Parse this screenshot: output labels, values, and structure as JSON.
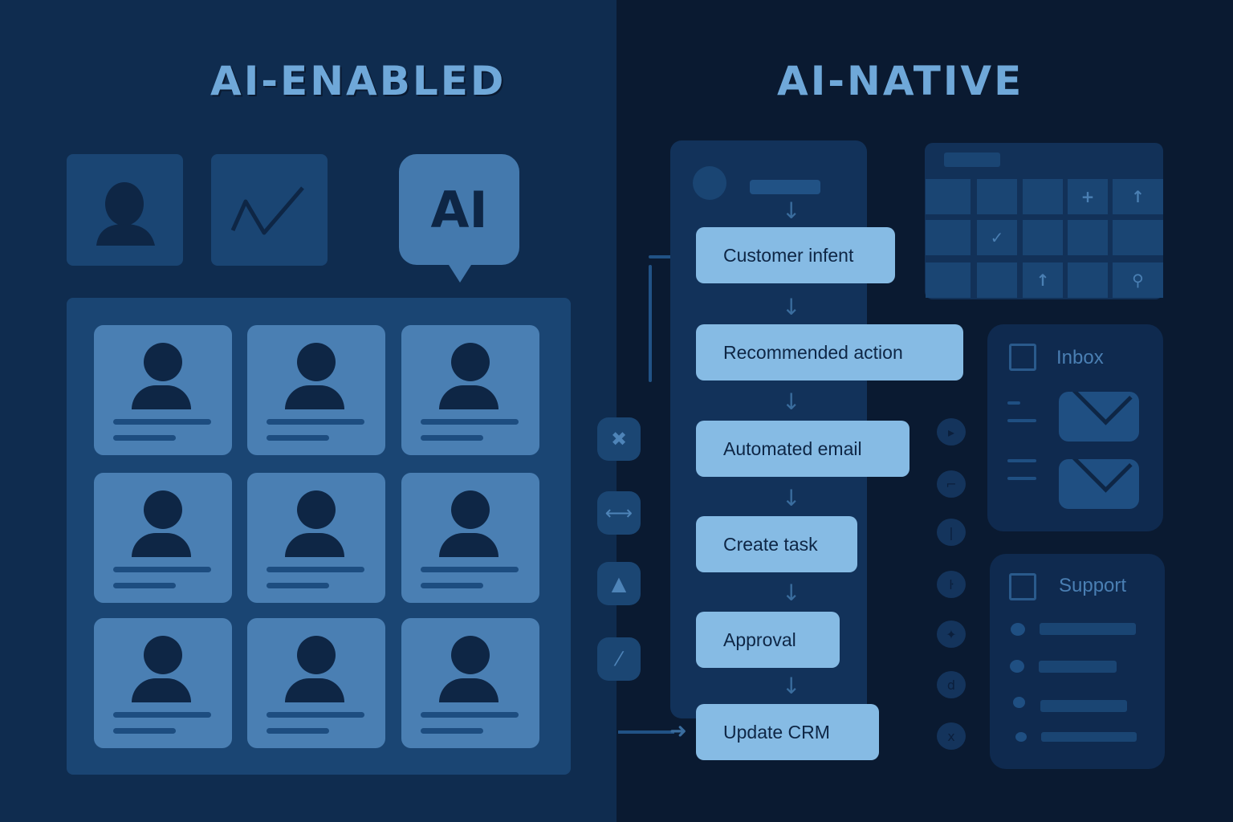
{
  "left": {
    "title": "AI-ENABLED",
    "top_icons": [
      {
        "name": "user-icon"
      },
      {
        "name": "chart-line-icon"
      },
      {
        "name": "ai-chat-bubble-icon",
        "label": "AI"
      }
    ],
    "cards": [
      {
        "name": "user-card"
      },
      {
        "name": "user-card"
      },
      {
        "name": "user-card"
      },
      {
        "name": "user-card"
      },
      {
        "name": "user-card"
      },
      {
        "name": "user-card"
      },
      {
        "name": "user-card"
      },
      {
        "name": "user-card"
      },
      {
        "name": "user-card"
      }
    ]
  },
  "right": {
    "title": "AI-NATIVE",
    "side_tools": [
      {
        "icon": "puzzle-icon",
        "glyph": "✖"
      },
      {
        "icon": "link-icon",
        "glyph": "⟷"
      },
      {
        "icon": "bell-icon",
        "glyph": "▲"
      },
      {
        "icon": "pen-icon",
        "glyph": "⁄"
      }
    ],
    "flow": {
      "steps": [
        {
          "label": "Customer infent"
        },
        {
          "label": "Recommended action"
        },
        {
          "label": "Automated email"
        },
        {
          "label": "Create task"
        },
        {
          "label": "Approval"
        },
        {
          "label": "Update CRM"
        }
      ]
    },
    "calendar": {
      "rows": [
        [
          "",
          "",
          "",
          "+",
          "↑"
        ],
        [
          "",
          "✓",
          "",
          "",
          ""
        ],
        [
          "",
          "",
          "↑",
          "",
          "⚲"
        ]
      ]
    },
    "mini_icons": [
      {
        "icon": "play-icon",
        "glyph": "▸"
      },
      {
        "icon": "clock-icon",
        "glyph": "⌐"
      },
      {
        "icon": "pause-icon",
        "glyph": "|"
      },
      {
        "icon": "clock-icon",
        "glyph": "ŀ"
      },
      {
        "icon": "star-icon",
        "glyph": "✦"
      },
      {
        "icon": "d-icon",
        "glyph": "d"
      },
      {
        "icon": "x-icon",
        "glyph": "x"
      }
    ],
    "inbox": {
      "title": "Inbox"
    },
    "support": {
      "title": "Support"
    }
  },
  "colors": {
    "left_bg": "#0f2c4f",
    "right_bg": "#0a1a31",
    "accent": "#86bbe4",
    "title": "#6fa8d9"
  }
}
